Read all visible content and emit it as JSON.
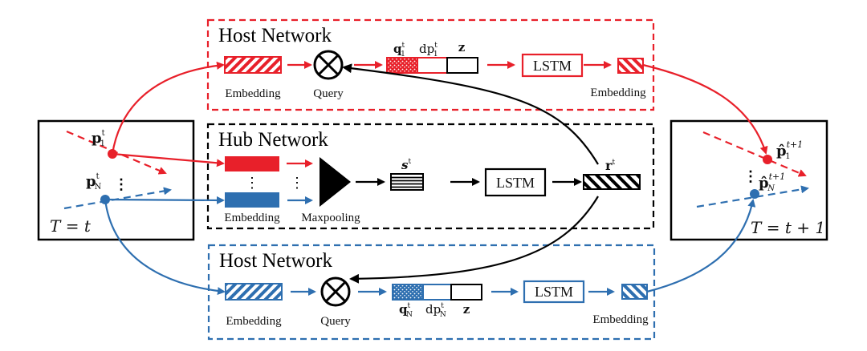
{
  "colors": {
    "red": "#e8202a",
    "blue": "#2e6fb0",
    "black": "#000000"
  },
  "left_frame": {
    "time_label": "T = t",
    "agent_first": {
      "symbol": "p",
      "sup": "t",
      "sub": "1"
    },
    "agent_last": {
      "symbol": "p",
      "sup": "t",
      "sub": "N"
    },
    "ellipsis": "⋮"
  },
  "right_frame": {
    "time_label": "T = t + 1",
    "agent_first": {
      "symbol": "p̂",
      "sup": "t+1",
      "sub": "1"
    },
    "agent_last": {
      "symbol": "p̂",
      "sup": "t+1",
      "sub": "N"
    },
    "ellipsis": "⋮"
  },
  "host_top": {
    "title": "Host Network",
    "embedding_in_label": "Embedding",
    "query_label": "Query",
    "vector_labels": {
      "q": "q",
      "q_sup": "t",
      "q_sub": "1",
      "dp": "dp",
      "dp_sup": "t",
      "dp_sub": "1",
      "z": "z"
    },
    "lstm_label": "LSTM",
    "embedding_out_label": "Embedding"
  },
  "hub": {
    "title": "Hub Network",
    "embedding_label": "Embedding",
    "maxpool_label": "Maxpooling",
    "s_label": {
      "symbol": "s",
      "sup": "t"
    },
    "lstm_label": "LSTM",
    "r_label": {
      "symbol": "r",
      "sup": "t"
    },
    "ellipsis": "⋮"
  },
  "host_bottom": {
    "title": "Host Network",
    "embedding_in_label": "Embedding",
    "query_label": "Query",
    "vector_labels": {
      "q": "q",
      "q_sup": "t",
      "q_sub": "N",
      "dp": "dp",
      "dp_sup": "t",
      "dp_sub": "N",
      "z": "z"
    },
    "lstm_label": "LSTM",
    "embedding_out_label": "Embedding"
  }
}
